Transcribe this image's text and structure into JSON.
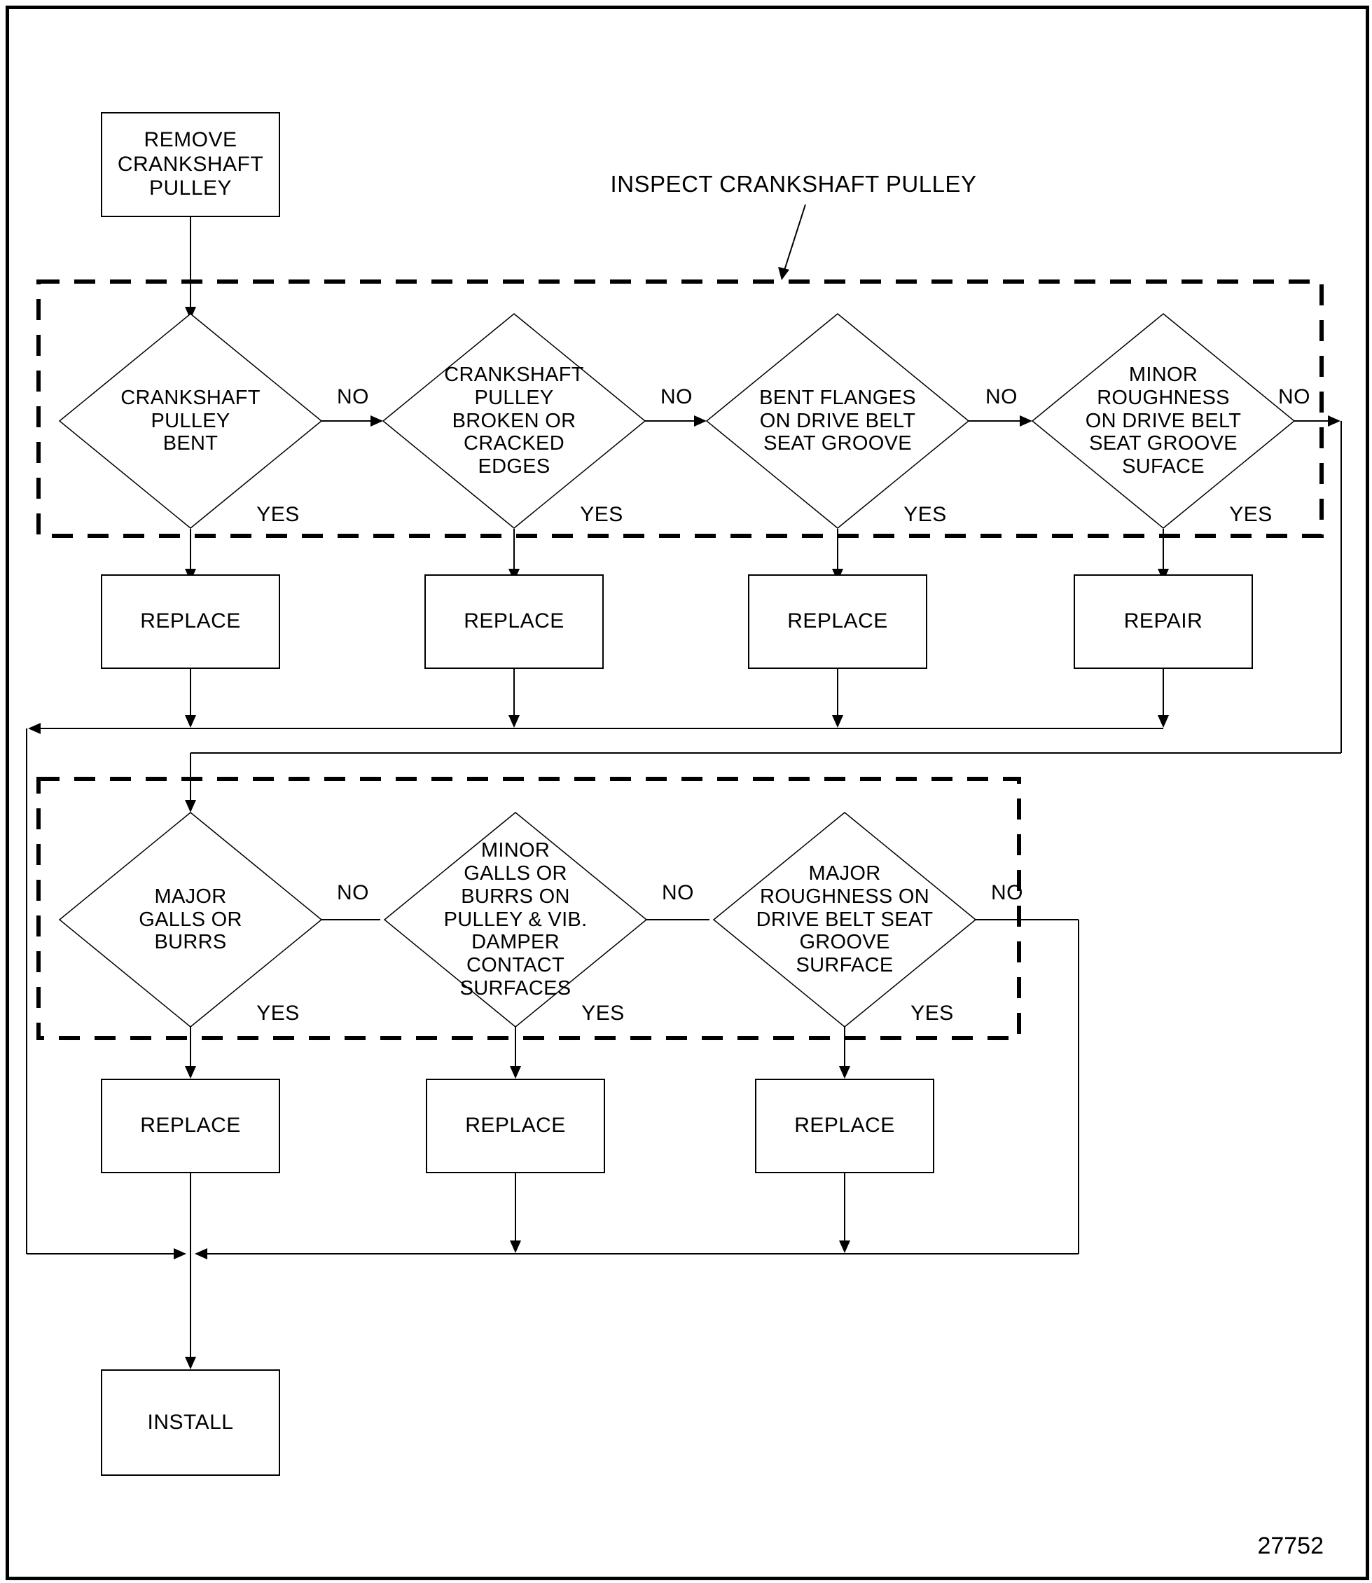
{
  "figure": {
    "number": "27752"
  },
  "callout": {
    "label": "INSPECT CRANKSHAFT PULLEY"
  },
  "start": {
    "label": "REMOVE\nCRANKSHAFT\nPULLEY"
  },
  "section1": {
    "checks": [
      {
        "question": "CRANKSHAFT\nPULLEY\nBENT",
        "no_label": "NO",
        "yes_label": "YES",
        "action": "REPLACE"
      },
      {
        "question": "CRANKSHAFT\nPULLEY\nBROKEN OR\nCRACKED\nEDGES",
        "no_label": "NO",
        "yes_label": "YES",
        "action": "REPLACE"
      },
      {
        "question": "BENT FLANGES\nON DRIVE BELT\nSEAT GROOVE",
        "no_label": "NO",
        "yes_label": "YES",
        "action": "REPLACE"
      },
      {
        "question": "MINOR\nROUGHNESS\nON DRIVE BELT\nSEAT GROOVE\nSUFACE",
        "no_label": "NO",
        "yes_label": "YES",
        "action": "REPAIR"
      }
    ]
  },
  "section2": {
    "checks": [
      {
        "question": "MAJOR\nGALLS OR\nBURRS",
        "no_label": "NO",
        "yes_label": "YES",
        "action": "REPLACE"
      },
      {
        "question": "MINOR\nGALLS OR\nBURRS ON\nPULLEY & VIB.\nDAMPER\nCONTACT\nSURFACES",
        "no_label": "NO",
        "yes_label": "YES",
        "action": "REPLACE"
      },
      {
        "question": "MAJOR\nROUGHNESS ON\nDRIVE BELT SEAT\nGROOVE\nSURFACE",
        "no_label": "NO",
        "yes_label": "YES",
        "action": "REPLACE"
      }
    ]
  },
  "end": {
    "label": "INSTALL"
  }
}
